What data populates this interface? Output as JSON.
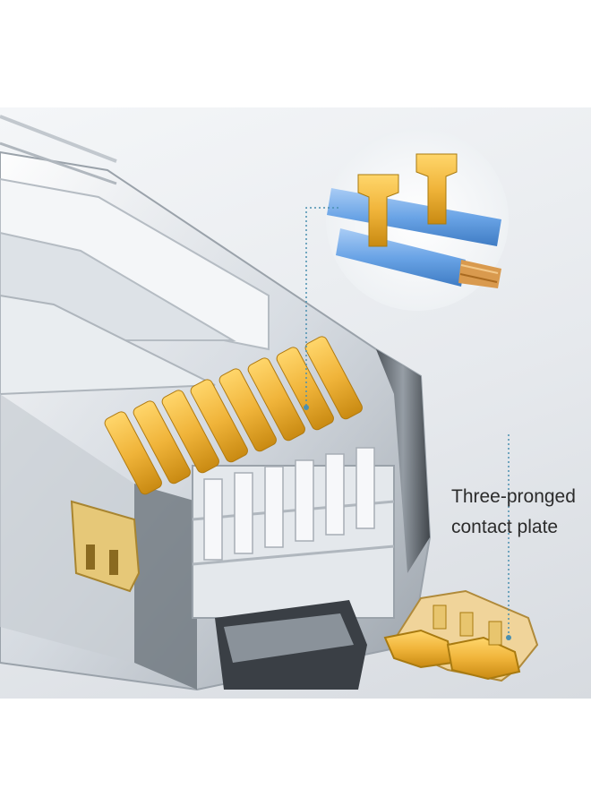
{
  "callout": {
    "line1": "Three-pronged",
    "line2": "contact plate"
  },
  "colors": {
    "background": "#e6e9ed",
    "gold": "#f0b43a",
    "gold_dark": "#c98a12",
    "wire_blue": "#6aa4e6",
    "copper": "#d99a4e",
    "dotted_line": "#4a8fb0"
  },
  "icons": {
    "connector": "rj45-connector",
    "contact_plate": "three-pronged-contact-plate",
    "wire_detail": "magnified-wire-contact"
  }
}
